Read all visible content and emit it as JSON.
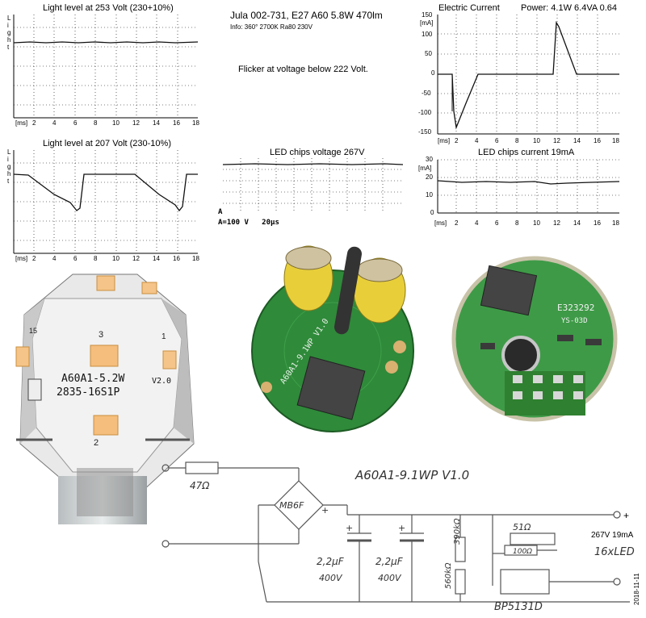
{
  "header": {
    "title": "Jula 002-731, E27 A60 5.8W 470lm",
    "info": "Info: 360° 2700K Ra80 230V",
    "flicker_note": "Flicker at voltage below 222 Volt."
  },
  "light_253": {
    "title": "Light level at 253 Volt (230+10%)",
    "ylabel": [
      "L",
      "i",
      "g",
      "h",
      "t"
    ],
    "x_unit": "[ms]",
    "x_ticks": [
      "2",
      "4",
      "6",
      "8",
      "10",
      "12",
      "14",
      "16",
      "18"
    ],
    "chart_data": {
      "type": "line",
      "x": [
        0,
        18
      ],
      "y": [
        0.88,
        0.88
      ],
      "xlabel": "[ms]",
      "ylabel": "Light"
    }
  },
  "light_207": {
    "title": "Light level at 207 Volt (230-10%)",
    "ylabel": [
      "L",
      "i",
      "g",
      "h",
      "t"
    ],
    "x_unit": "[ms]",
    "x_ticks": [
      "2",
      "4",
      "6",
      "8",
      "10",
      "12",
      "14",
      "16",
      "18"
    ],
    "chart_data": {
      "type": "line",
      "x": [
        0,
        1.5,
        3,
        6,
        6.4,
        7,
        11,
        13,
        16,
        16.4,
        17,
        18
      ],
      "y": [
        0.9,
        0.88,
        0.8,
        0.5,
        0.48,
        0.9,
        0.9,
        0.8,
        0.5,
        0.48,
        0.9,
        0.9
      ],
      "xlabel": "[ms]",
      "ylabel": "Light"
    }
  },
  "current": {
    "title": "Electric Current",
    "power": "Power: 4.1W 6.4VA 0.64",
    "unit": "[mA]",
    "y_ticks": [
      "150",
      "100",
      "50",
      "0",
      "-50",
      "-100",
      "-150"
    ],
    "x_unit": "[ms]",
    "x_ticks": [
      "2",
      "4",
      "6",
      "8",
      "10",
      "12",
      "14",
      "16",
      "18"
    ],
    "chart_data": {
      "type": "line",
      "x": [
        0,
        1.5,
        2,
        4,
        6,
        11,
        12,
        14,
        16,
        18
      ],
      "y": [
        0,
        0,
        -130,
        0,
        0,
        0,
        130,
        0,
        0,
        0
      ],
      "xlabel": "[ms]",
      "ylabel": "[mA]",
      "ylim": [
        -150,
        150
      ]
    }
  },
  "led_voltage": {
    "title": "LED chips voltage 267V",
    "marker": "A",
    "scale": "A=100 V   20µs",
    "chart_data": {
      "type": "line",
      "y": [
        267
      ],
      "ylabel": "V"
    }
  },
  "led_current": {
    "title": "LED chips current 19mA",
    "unit": "[mA]",
    "y_ticks": [
      "30",
      "20",
      "10",
      "0"
    ],
    "x_unit": "[ms]",
    "x_ticks": [
      "2",
      "4",
      "6",
      "8",
      "10",
      "12",
      "14",
      "16",
      "18"
    ],
    "chart_data": {
      "type": "line",
      "x": [
        0,
        18
      ],
      "y": [
        19,
        19
      ],
      "xlabel": "[ms]",
      "ylabel": "[mA]",
      "ylim": [
        0,
        30
      ]
    }
  },
  "photos": {
    "led_module": {
      "label1": "A60A1-5.2W",
      "label2": "2835-16S1P",
      "chip_nums": [
        "3",
        "2",
        "1",
        "15"
      ],
      "v": "V2.0"
    },
    "pcb_front": {
      "label": "A60A1-9.1WP V1.0"
    },
    "pcb_back": {
      "label": "E323292",
      "code": "YS-03D"
    }
  },
  "schematic": {
    "title": "A60A1-9.1WP   V1.0",
    "resistor_in": "47Ω",
    "bridge": "MB6F",
    "cap1": "2,2µF",
    "cap1_v": "400V",
    "cap2": "2,2µF",
    "cap2_v": "400V",
    "r_div1": "560kΩ",
    "r_div2": "390kΩ",
    "r51": "51Ω",
    "r100": "100Ω",
    "ic": "BP5131D",
    "out_label": "267V 19mA",
    "led_label": "16xLED",
    "plus": "+"
  },
  "date": "2018-11-11"
}
